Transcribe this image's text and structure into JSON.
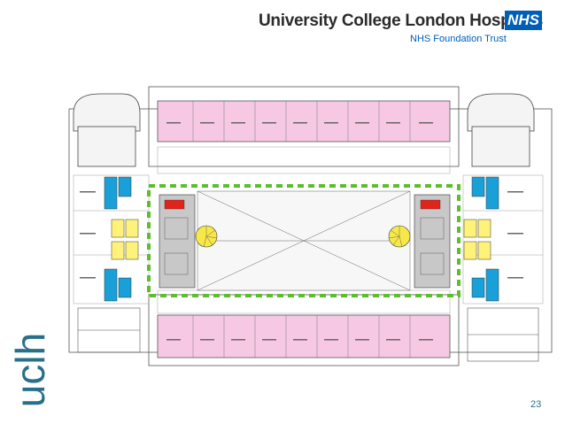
{
  "header": {
    "title": "University College London Hospitals",
    "nhs_logo": "NHS",
    "subtitle": "NHS Foundation Trust"
  },
  "brand": {
    "uclh_logo": "uclh"
  },
  "footer": {
    "page_number": "23"
  },
  "colors": {
    "ward_pink": "#f6c8e3",
    "stair_blue": "#1aa0d8",
    "lift_yellow": "#fff27a",
    "core_grey": "#c8c8c8",
    "boundary_green": "#5cbf2a",
    "alarm_red": "#e2231a",
    "stair_yellow": "#f7e84a",
    "text_teal": "#2a6f8a",
    "nhs_blue": "#005eb8"
  },
  "icons": [
    "nhs-logo",
    "uclh-logo",
    "spiral-stair-left-icon",
    "spiral-stair-right-icon"
  ]
}
